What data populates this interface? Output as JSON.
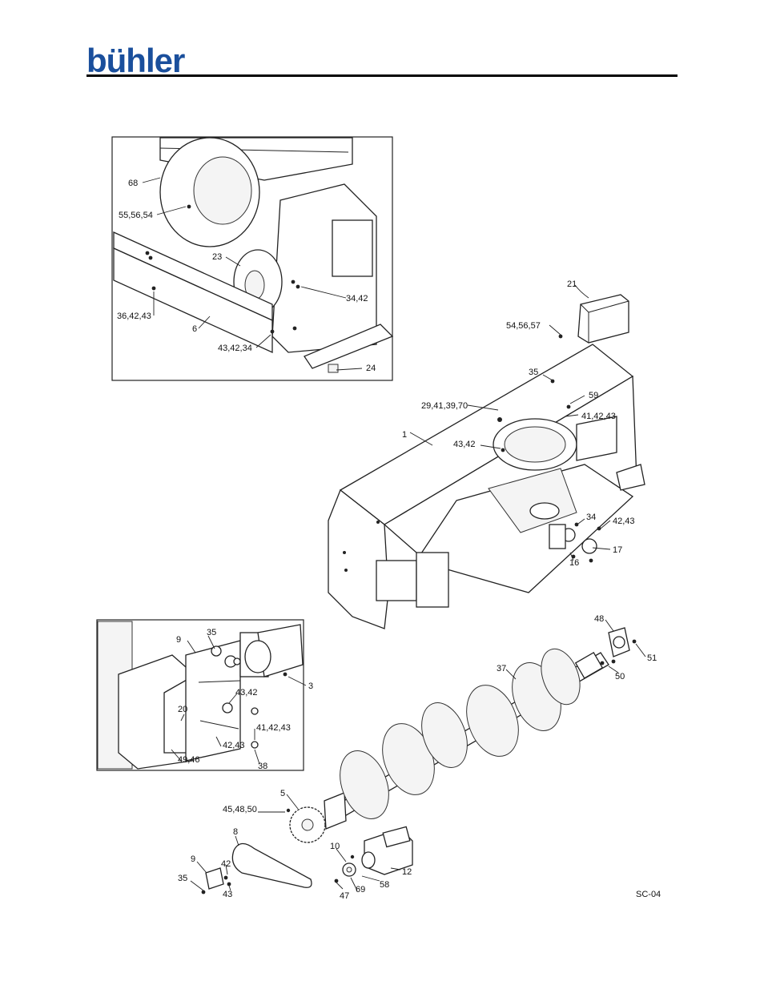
{
  "header": {
    "brand": "bühler"
  },
  "sheet_code": "SC-04",
  "callouts": [
    {
      "id": "c-68",
      "text": "68"
    },
    {
      "id": "c-55-56-54",
      "text": "55,56,54"
    },
    {
      "id": "c-23",
      "text": "23"
    },
    {
      "id": "c-34-42-top",
      "text": "34,42"
    },
    {
      "id": "c-36-42-43",
      "text": "36,42,43"
    },
    {
      "id": "c-6",
      "text": "6"
    },
    {
      "id": "c-43-42-34",
      "text": "43,42,34"
    },
    {
      "id": "c-24",
      "text": "24"
    },
    {
      "id": "c-21",
      "text": "21"
    },
    {
      "id": "c-54-56-57",
      "text": "54,56,57"
    },
    {
      "id": "c-35-top",
      "text": "35"
    },
    {
      "id": "c-59",
      "text": "59"
    },
    {
      "id": "c-29-41-39-70",
      "text": "29,41,39,70"
    },
    {
      "id": "c-41-42-43-right",
      "text": "41,42,43"
    },
    {
      "id": "c-1",
      "text": "1"
    },
    {
      "id": "c-43-42-mid",
      "text": "43,42"
    },
    {
      "id": "c-34-mid",
      "text": "34"
    },
    {
      "id": "c-42-43-right",
      "text": "42,43"
    },
    {
      "id": "c-17",
      "text": "17"
    },
    {
      "id": "c-16",
      "text": "16"
    },
    {
      "id": "c-9-right",
      "text": "9"
    },
    {
      "id": "c-35-right",
      "text": "35"
    },
    {
      "id": "c-3",
      "text": "3"
    },
    {
      "id": "c-43-42-right",
      "text": "43,42"
    },
    {
      "id": "c-20",
      "text": "20"
    },
    {
      "id": "c-41-42-43-inset",
      "text": "41,42,43"
    },
    {
      "id": "c-42-43-inset",
      "text": "42,43"
    },
    {
      "id": "c-49-46",
      "text": "49,46"
    },
    {
      "id": "c-38",
      "text": "38"
    },
    {
      "id": "c-48",
      "text": "48"
    },
    {
      "id": "c-51",
      "text": "51"
    },
    {
      "id": "c-37",
      "text": "37"
    },
    {
      "id": "c-50",
      "text": "50"
    },
    {
      "id": "c-5",
      "text": "5"
    },
    {
      "id": "c-45-48-50",
      "text": "45,48,50"
    },
    {
      "id": "c-8",
      "text": "8"
    },
    {
      "id": "c-10",
      "text": "10"
    },
    {
      "id": "c-12",
      "text": "12"
    },
    {
      "id": "c-9-bottom",
      "text": "9"
    },
    {
      "id": "c-42-bottom",
      "text": "42"
    },
    {
      "id": "c-35-bottom",
      "text": "35"
    },
    {
      "id": "c-43-bottom",
      "text": "43"
    },
    {
      "id": "c-47",
      "text": "47"
    },
    {
      "id": "c-69",
      "text": "69"
    },
    {
      "id": "c-58",
      "text": "58"
    }
  ]
}
